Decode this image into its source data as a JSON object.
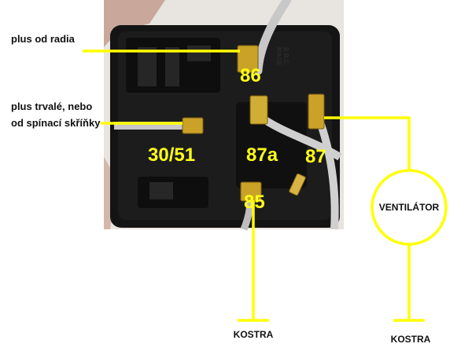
{
  "colors": {
    "annotation_line": "#ffff00",
    "pin_label": "#ffff1a",
    "relay_body": "#111111",
    "terminal": "#c9a227",
    "wire": "#c8c8c8"
  },
  "annotations": {
    "radio": "plus od radia",
    "permanent_line1": "plus trvalé, nebo",
    "permanent_line2": "od spínací skříňky"
  },
  "pins": {
    "p86": "86",
    "p30_51": "30/51",
    "p87a": "87a",
    "p87": "87",
    "p85": "85"
  },
  "fan": {
    "label": "VENTILÁTOR"
  },
  "grounds": {
    "left": "KOSTRA",
    "right": "KOSTRA"
  },
  "relay_stamp": {
    "line1": "MAGE",
    "line2": "B.B.C."
  }
}
